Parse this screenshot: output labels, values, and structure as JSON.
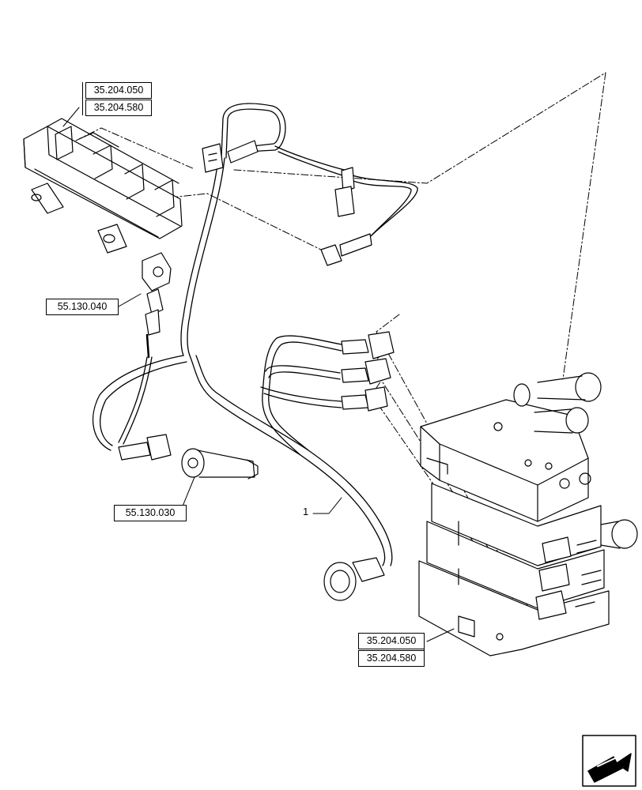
{
  "references": {
    "valve_top_1": "35.204.050",
    "valve_top_2": "35.204.580",
    "sensor_top": "55.130.040",
    "sensor_bottom": "55.130.030",
    "valve_bottom_1": "35.204.050",
    "valve_bottom_2": "35.204.580"
  },
  "callouts": {
    "harness_item": "1"
  },
  "icons": {
    "nav": "arrow-next-page-icon"
  },
  "colors": {
    "line": "#000000",
    "background": "#ffffff"
  }
}
